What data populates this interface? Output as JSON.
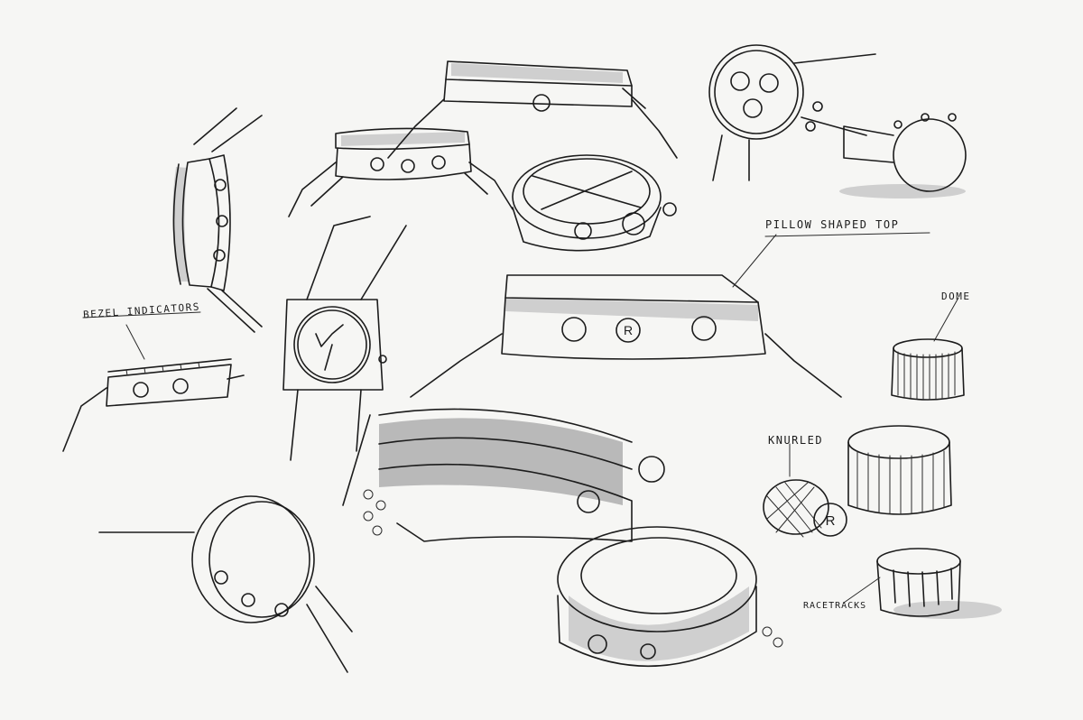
{
  "labels": {
    "bezel": "BEZEL INDICATORS",
    "pillow": "PILLOW SHAPED TOP",
    "dome": "DOME",
    "knurled": "KNURLED",
    "racetracks": "RACETRACKS"
  },
  "crown_glyph": "R",
  "colors": {
    "paper": "#f6f6f4",
    "ink": "#1c1c1c",
    "marker": "#cfcfcf"
  }
}
